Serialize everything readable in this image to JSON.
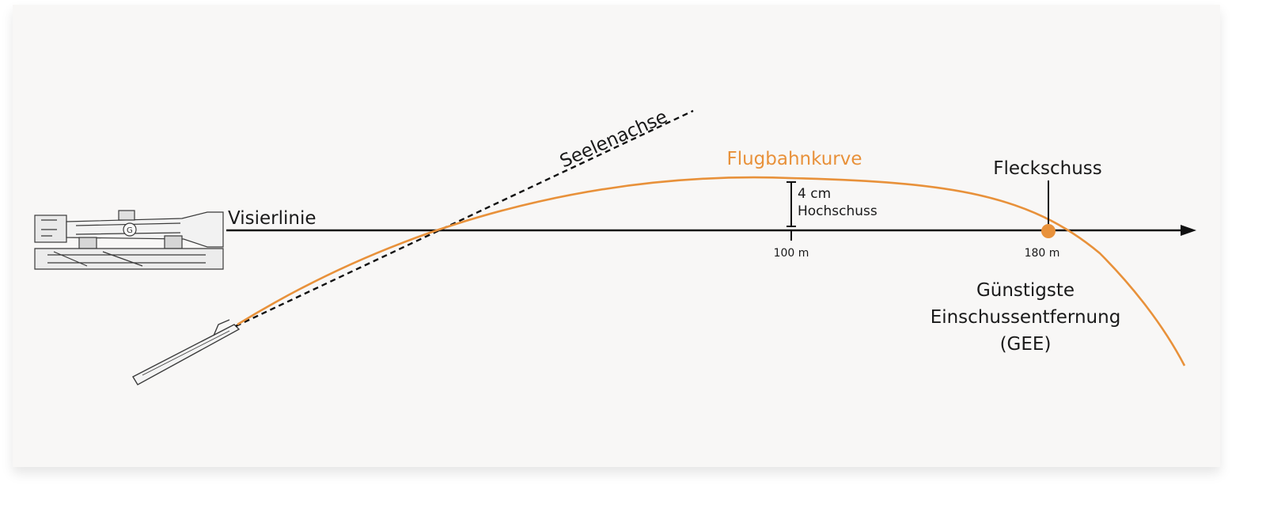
{
  "labels": {
    "line_of_sight": "Visierlinie",
    "bore_axis": "Seelenachse",
    "trajectory": "Flugbahnkurve",
    "rise_value": "4 cm",
    "rise_label": "Hochschuss",
    "distance_100": "100 m",
    "distance_180": "180 m",
    "point_of_impact": "Fleckschuss",
    "gee_line1": "Günstigste",
    "gee_line2": "Einschussentfernung",
    "gee_line3": "(GEE)"
  },
  "colors": {
    "trajectory": "#e8913a",
    "line": "#111111",
    "background": "#f8f7f6"
  },
  "icons": {
    "rifle": "rifle-with-scope-icon",
    "barrel": "rifle-barrel-icon",
    "arrow": "arrow-right-icon"
  }
}
